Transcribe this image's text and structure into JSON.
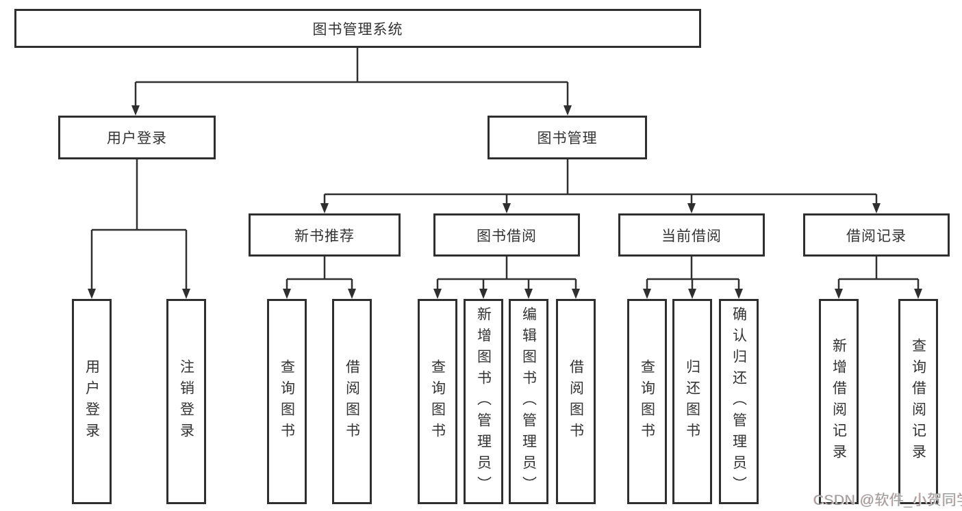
{
  "diagram": {
    "root": {
      "label": "图书管理系统"
    },
    "branches": {
      "user_login": {
        "label": "用户登录",
        "leaves": [
          {
            "label": "用户登录"
          },
          {
            "label": "注销登录"
          }
        ]
      },
      "book_management": {
        "label": "图书管理",
        "sections": [
          {
            "label": "新书推荐",
            "leaves": [
              {
                "label": "查询图书"
              },
              {
                "label": "借阅图书"
              }
            ]
          },
          {
            "label": "图书借阅",
            "leaves": [
              {
                "label": "查询图书"
              },
              {
                "label": "新增图书（管理员）"
              },
              {
                "label": "编辑图书（管理员）"
              },
              {
                "label": "借阅图书"
              }
            ]
          },
          {
            "label": "当前借阅",
            "leaves": [
              {
                "label": "查询图书"
              },
              {
                "label": "归还图书"
              },
              {
                "label": "确认归还（管理员）"
              }
            ]
          },
          {
            "label": "借阅记录",
            "leaves": [
              {
                "label": "新增借阅记录"
              },
              {
                "label": "查询借阅记录"
              }
            ]
          }
        ]
      }
    }
  },
  "watermark": "CSDN @软件_小贺同学",
  "colors": {
    "line": "#2f2f2f",
    "text": "#333333",
    "watermark": "#9e9e9e",
    "background": "#ffffff"
  }
}
